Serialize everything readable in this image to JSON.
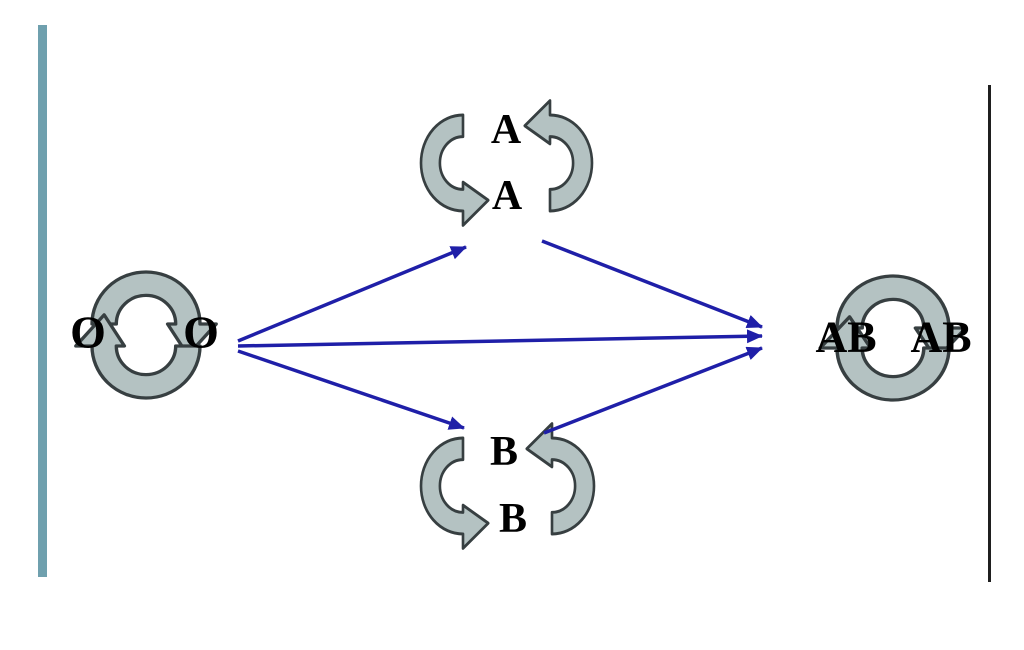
{
  "diagram": {
    "nodes": {
      "o_left": "O",
      "o_right": "O",
      "a_top": "A",
      "a_bottom": "A",
      "b_top": "B",
      "b_bottom": "B",
      "ab_left": "AB",
      "ab_right": "AB"
    },
    "edges": [
      {
        "from": "O",
        "to": "A"
      },
      {
        "from": "O",
        "to": "AB"
      },
      {
        "from": "O",
        "to": "B"
      },
      {
        "from": "A",
        "to": "AB"
      },
      {
        "from": "B",
        "to": "AB"
      }
    ],
    "self_loops": [
      "O",
      "A",
      "B",
      "AB"
    ],
    "colors": {
      "flow_arrow": "#1f1fa8",
      "cycle_fill": "#b4c2c2",
      "cycle_stroke": "#373f41",
      "left_bar": "#6fa0ae",
      "right_line": "#1f1f1f",
      "label_text": "#000000",
      "background": "#ffffff"
    }
  }
}
